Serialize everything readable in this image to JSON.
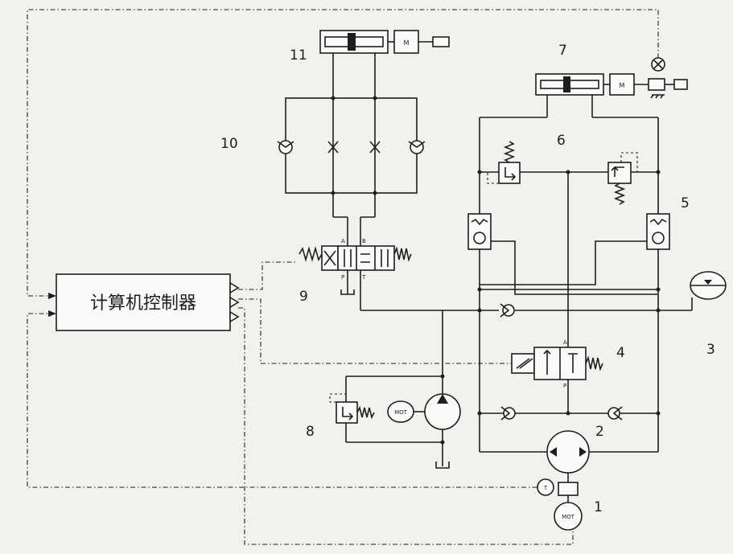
{
  "controller": {
    "label": "计算机控制器"
  },
  "labels": {
    "n1": "1",
    "n2": "2",
    "n3": "3",
    "n4": "4",
    "n5": "5",
    "n6": "6",
    "n7": "7",
    "n8": "8",
    "n9": "9",
    "n10": "10",
    "n11": "11"
  },
  "motor_labels": {
    "m7": "M",
    "m11": "M",
    "mot_pump8": "MOT",
    "mot_pump1": "MOT"
  },
  "sensor_labels": {
    "t_sensor": "T"
  },
  "valve9_ports": {
    "a": "A",
    "b": "B",
    "p": "P",
    "t": "T"
  },
  "valve4_ports": {
    "a": "A",
    "p": "P"
  }
}
